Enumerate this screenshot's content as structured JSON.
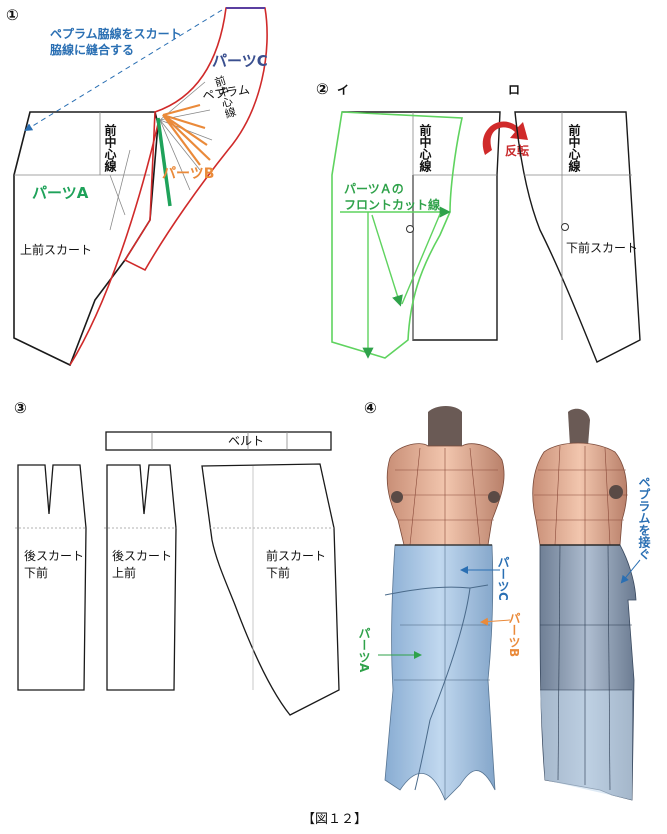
{
  "figure_caption": "【図１２】",
  "steps": {
    "s1": "①",
    "s2": "②",
    "s2i": "イ",
    "s2ro": "ロ",
    "s3": "③",
    "s4": "④"
  },
  "panel1": {
    "note_line1": "ペプラム脇線をスカート",
    "note_line2": "脇線に縫合する",
    "parts_c": "パーツC",
    "front_center_c": "前中心線",
    "peplum": "ペプラム",
    "front_center": "前中心線",
    "parts_b": "パーツB",
    "parts_a": "パーツA",
    "upper_front_skirt": "上前スカート"
  },
  "panel2": {
    "front_center_i": "前中心線",
    "front_cut_line_1": "パーツＡの",
    "front_cut_line_2": "フロントカット線",
    "flip": "反転",
    "front_center_ro": "前中心線",
    "lower_front_skirt": "下前スカート"
  },
  "panel3": {
    "belt": "ベルト",
    "back_lower_1": "後スカート",
    "back_lower_2": "下前",
    "back_upper_1": "後スカート",
    "back_upper_2": "上前",
    "front_lower_1": "前スカート",
    "front_lower_2": "下前"
  },
  "panel4": {
    "parts_c": "パーツC",
    "parts_b": "パーツB",
    "parts_a": "パーツA",
    "attach_peplum": "ペプラムを接ぐ"
  },
  "colors": {
    "outline": "#1a1a1a",
    "red_line": "#d02a2a",
    "green_line": "#1fa25a",
    "orange_line": "#ea8a3a",
    "light_green": "#5fd35f",
    "navy_text": "#3a4f8f",
    "blue_text": "#2a6fb3",
    "skin": "#e9b9a0",
    "fabric": "#9dbfe0"
  }
}
